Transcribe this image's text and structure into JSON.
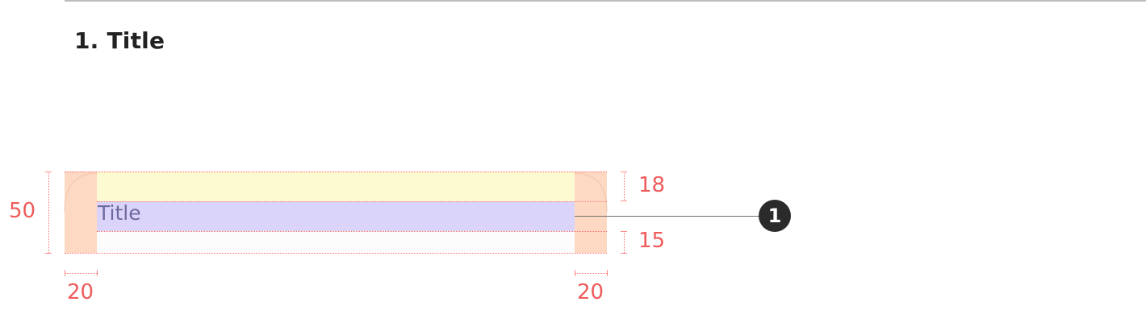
{
  "section": {
    "title": "1. Title"
  },
  "component": {
    "title_label": "Title"
  },
  "measurements": {
    "height": "50",
    "top_padding": "18",
    "bottom_padding": "15",
    "left_padding": "20",
    "right_padding": "20"
  },
  "callout": {
    "marker": "1"
  },
  "colors": {
    "padding": "#fdd9c3",
    "top_band": "#fdf9d1",
    "title_band": "#dad4fb",
    "guide": "#ff6f6f",
    "measure_text": "#ee5b5b",
    "marker": "#2b2b2b"
  }
}
